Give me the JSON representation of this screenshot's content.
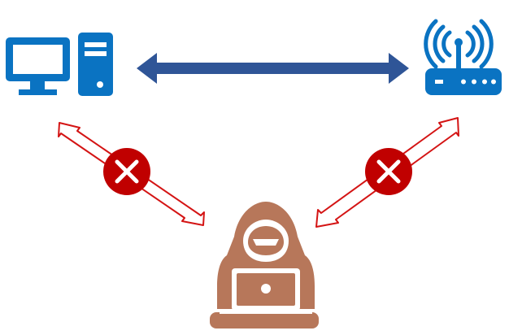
{
  "diagram": {
    "nodes": [
      {
        "id": "computer",
        "icon": "desktop-computer-icon"
      },
      {
        "id": "router",
        "icon": "wifi-router-icon"
      },
      {
        "id": "attacker",
        "icon": "hooded-hacker-laptop-icon"
      }
    ],
    "links": [
      {
        "from": "computer",
        "to": "router",
        "style": "solid-bidirectional",
        "status": "connected"
      },
      {
        "from": "computer",
        "to": "attacker",
        "style": "outlined-bidirectional",
        "status": "blocked",
        "badge": "blocked-x-icon"
      },
      {
        "from": "router",
        "to": "attacker",
        "style": "outlined-bidirectional",
        "status": "blocked",
        "badge": "blocked-x-icon"
      }
    ],
    "colors": {
      "device_blue": "#0A73C2",
      "link_blue": "#2F5597",
      "blocked_red": "#C00000",
      "hacker_brown": "#B7775A"
    }
  }
}
